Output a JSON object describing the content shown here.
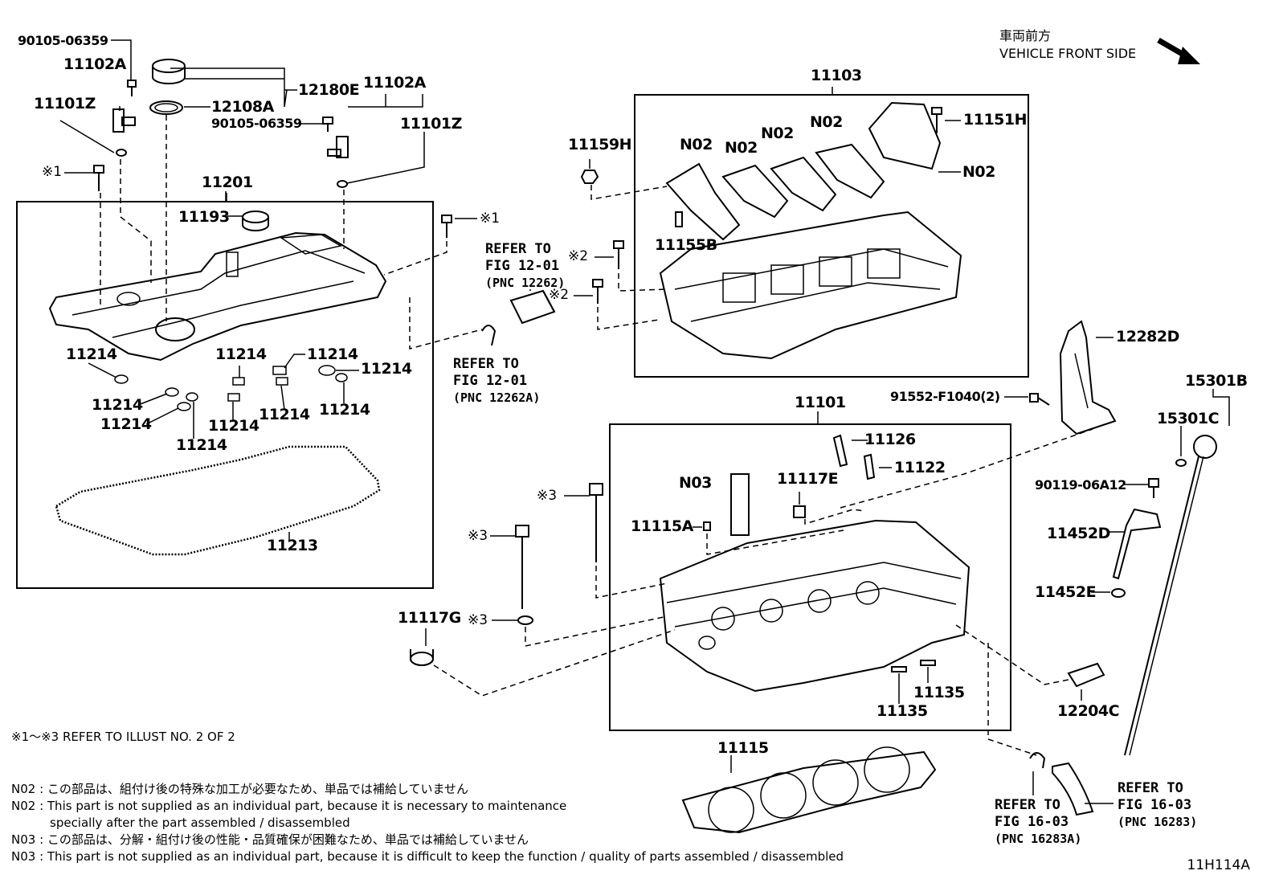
{
  "header": {
    "direction_jp": "車両前方",
    "direction_en": "VEHICLE FRONT SIDE"
  },
  "labels": {
    "p90105_06359_a": "90105-06359",
    "p11102A_a": "11102A",
    "p11101Z_a": "11101Z",
    "p12180E": "12180E",
    "p12108A": "12108A",
    "p90105_06359_b": "90105-06359",
    "p11102A_b": "11102A",
    "p11101Z_b": "11101Z",
    "mark1_a": "※1",
    "mark1_b": "※1",
    "p11201": "11201",
    "p11193": "11193",
    "p11214_1": "11214",
    "p11214_2": "11214",
    "p11214_3": "11214",
    "p11214_4": "11214",
    "p11214_5": "11214",
    "p11214_6": "11214",
    "p11214_7": "11214",
    "p11214_8": "11214",
    "p11214_9": "11214",
    "p11214_10": "11214",
    "p11213": "11213",
    "p11103": "11103",
    "p11159H": "11159H",
    "n02_1": "N02",
    "n02_2": "N02",
    "n02_3": "N02",
    "n02_4": "N02",
    "n02_5": "N02",
    "p11151H": "11151H",
    "p11155B": "11155B",
    "mark2_a": "※2",
    "mark2_b": "※2",
    "p12282D": "12282D",
    "p91552": "91552-F1040(2)",
    "p15301B": "15301B",
    "p15301C": "15301C",
    "p90119": "90119-06A12",
    "p11452D": "11452D",
    "p11452E": "11452E",
    "p11101": "11101",
    "p11126": "11126",
    "p11122": "11122",
    "n03": "N03",
    "p11117E": "11117E",
    "p11115A": "11115A",
    "mark3_a": "※3",
    "mark3_b": "※3",
    "mark3_c": "※3",
    "p11117G": "11117G",
    "p11135_a": "11135",
    "p11135_b": "11135",
    "p12204C": "12204C",
    "p11115": "11115"
  },
  "references": {
    "ref1": {
      "line1": "REFER TO",
      "line2": "FIG 12-01",
      "line3": "(PNC 12262)"
    },
    "ref2": {
      "line1": "REFER TO",
      "line2": "FIG 12-01",
      "line3": "(PNC 12262A)"
    },
    "ref3": {
      "line1": "REFER TO",
      "line2": "FIG 16-03",
      "line3": "(PNC 16283A)"
    },
    "ref4": {
      "line1": "REFER TO",
      "line2": "FIG 16-03",
      "line3": "(PNC 16283)"
    }
  },
  "notes": {
    "illust_ref": "※1～※3  REFER TO ILLUST NO. 2 OF 2",
    "n02_jp": "N02 : この部品は、組付け後の特殊な加工が必要なため、単品では補給していません",
    "n02_en_1": "N02 : This part is not supplied as an individual part, because it is necessary to maintenance",
    "n02_en_2": "specially after the part assembled / disassembled",
    "n03_jp": "N03 : この部品は、分解・組付け後の性能・品質確保が困難なため、単品では補給していません",
    "n03_en": "N03 : This part is not supplied as an individual part, because it is difficult to keep the function / quality of parts  assembled / disassembled"
  },
  "figure_id": "11H114A"
}
